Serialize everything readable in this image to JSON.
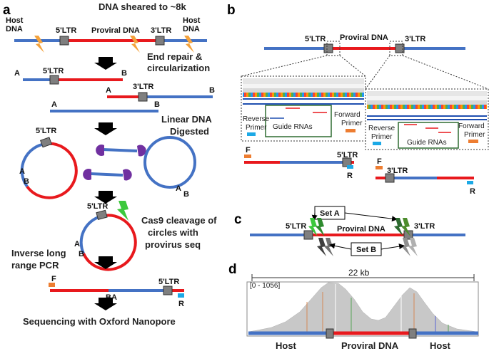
{
  "panel_a": {
    "letter": "a",
    "header": "DNA sheared to ~8k",
    "host_dna_left": [
      "Host",
      "DNA"
    ],
    "host_dna_right": [
      "Host",
      "DNA"
    ],
    "ltr5": "5'LTR",
    "ltr3": "3'LTR",
    "proviral": "Proviral DNA",
    "end_repair": [
      "End repair &",
      "circularization"
    ],
    "linear_digested": [
      "Linear DNA",
      "Digested"
    ],
    "cas9": [
      "Cas9 cleavage of",
      "circles with",
      "provirus seq"
    ],
    "inverse_pcr": [
      "Inverse long",
      "range PCR"
    ],
    "sequencing": "Sequencing with Oxford Nanopore",
    "end_a": "A",
    "end_b": "B",
    "end_ba": "BA",
    "primer_f": "F",
    "primer_r": "R"
  },
  "panel_b": {
    "letter": "b",
    "ltr5": "5'LTR",
    "ltr3": "3'LTR",
    "proviral": "Proviral DNA",
    "reverse_primer": [
      "Reverse",
      "Primer"
    ],
    "forward_primer": [
      "Forward",
      "Primer"
    ],
    "guide_rnas": "Guide RNAs",
    "primer_f": "F",
    "primer_r": "R"
  },
  "panel_c": {
    "letter": "c",
    "ltr5": "5'LTR",
    "ltr3": "3'LTR",
    "proviral": "Proviral DNA",
    "set_a": "Set A",
    "set_b": "Set B"
  },
  "panel_d": {
    "letter": "d",
    "span": "22 kb",
    "host_left": "Host",
    "host_right": "Host",
    "proviral": "Proviral DNA",
    "track_label": "[0 - 1056]"
  },
  "colors": {
    "host": "#4472c4",
    "provirus": "#e8191d",
    "ltr": "#7f7f7f",
    "arrow": "#000000",
    "cut": "#f4a23c",
    "cas9": "#3cc83c",
    "primer_f": "#ed7d31",
    "primer_r": "#1ca9e6",
    "coverage": "#c8c8c8",
    "guide_box": "#2e6b30"
  }
}
